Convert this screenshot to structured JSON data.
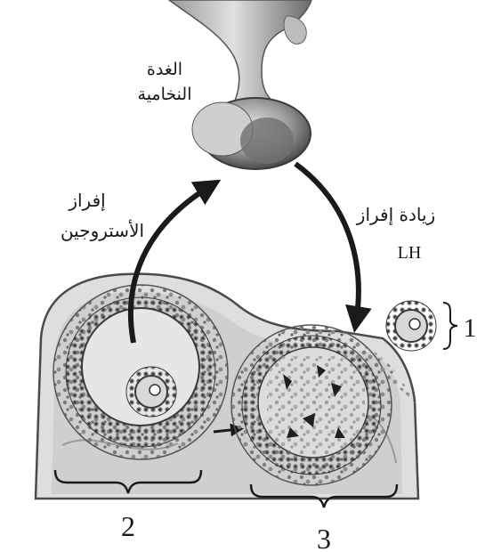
{
  "labels": {
    "pituitary": [
      "الغدة",
      "النخامية"
    ],
    "estrogen": [
      "إفراز",
      "الأستروجين"
    ],
    "lh_increase": "زيادة إفراز",
    "lh": "LH"
  },
  "numbers": {
    "ovum": "1",
    "follicle": "2",
    "ruptured": "3"
  },
  "colors": {
    "ink": "#1a1a1a",
    "tissue": "#d9d9d9",
    "tissue_dark": "#8c8c8c",
    "follicle_ring": "#5a5a5a",
    "antrum": "#e3e3e3"
  }
}
